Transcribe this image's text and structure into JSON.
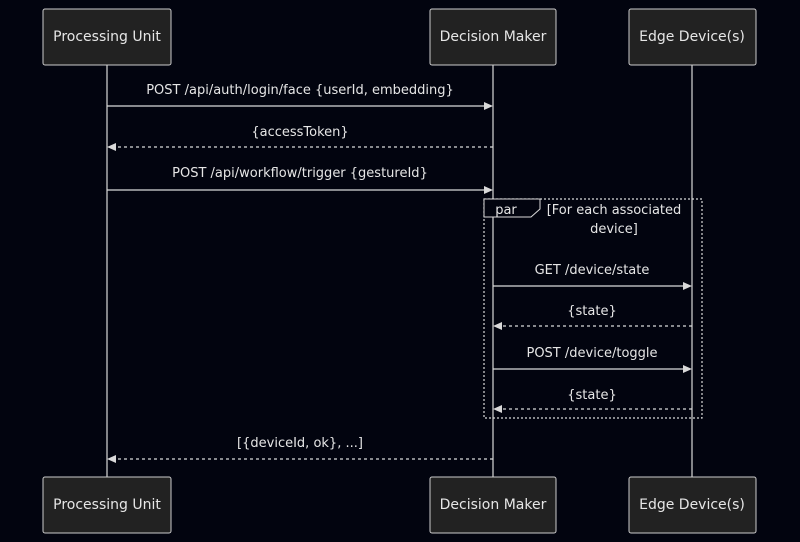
{
  "participants": [
    {
      "id": "pu",
      "label": "Processing Unit"
    },
    {
      "id": "dm",
      "label": "Decision Maker"
    },
    {
      "id": "ed",
      "label": "Edge Device(s)"
    }
  ],
  "messages": [
    {
      "from": "pu",
      "to": "dm",
      "text": "POST /api/auth/login/face {userId, embedding}",
      "style": "solid"
    },
    {
      "from": "dm",
      "to": "pu",
      "text": "{accessToken}",
      "style": "dashed"
    },
    {
      "from": "pu",
      "to": "dm",
      "text": "POST /api/workflow/trigger {gestureId}",
      "style": "solid"
    },
    {
      "from": "dm",
      "to": "ed",
      "text": "GET /device/state",
      "style": "solid"
    },
    {
      "from": "ed",
      "to": "dm",
      "text": "{state}",
      "style": "dashed"
    },
    {
      "from": "dm",
      "to": "ed",
      "text": "POST /device/toggle",
      "style": "solid"
    },
    {
      "from": "ed",
      "to": "dm",
      "text": "{state}",
      "style": "dashed"
    },
    {
      "from": "dm",
      "to": "pu",
      "text": "[{deviceId, ok}, ...]",
      "style": "dashed"
    }
  ],
  "fragment": {
    "keyword": "par",
    "condition_line1": "[For each associated",
    "condition_line2": "device]"
  }
}
